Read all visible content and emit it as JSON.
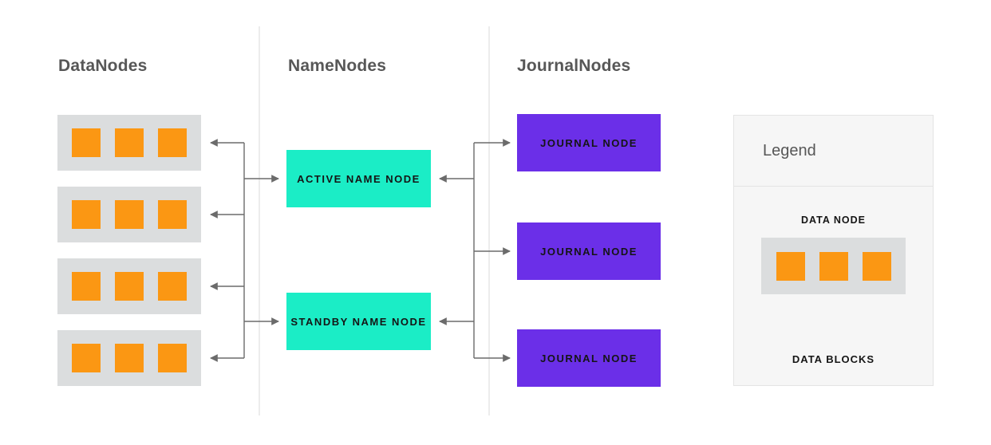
{
  "colors": {
    "orange": "#FB9713",
    "teal": "#1BEDC6",
    "purple": "#6B2FE8",
    "node-gray": "#DBDDDE",
    "legend-bg": "#F6F6F6",
    "legend-border": "#E4E4E4",
    "divider": "#ECECEC",
    "arrow": "#6B6B6B",
    "heading": "#575757",
    "label": "#151515"
  },
  "columns": {
    "data_nodes": {
      "heading": "DataNodes",
      "row_count": 4,
      "blocks_per_row": 3
    },
    "name_nodes": {
      "heading": "NameNodes",
      "nodes": [
        {
          "label": "ACTIVE NAME NODE"
        },
        {
          "label": "STANDBY NAME NODE"
        }
      ]
    },
    "journal_nodes": {
      "heading": "JournalNodes",
      "nodes": [
        {
          "label": "JOURNAL NODE"
        },
        {
          "label": "JOURNAL NODE"
        },
        {
          "label": "JOURNAL NODE"
        }
      ]
    }
  },
  "legend": {
    "title": "Legend",
    "data_node_label": "DATA NODE",
    "data_blocks_label": "DATA BLOCKS"
  }
}
